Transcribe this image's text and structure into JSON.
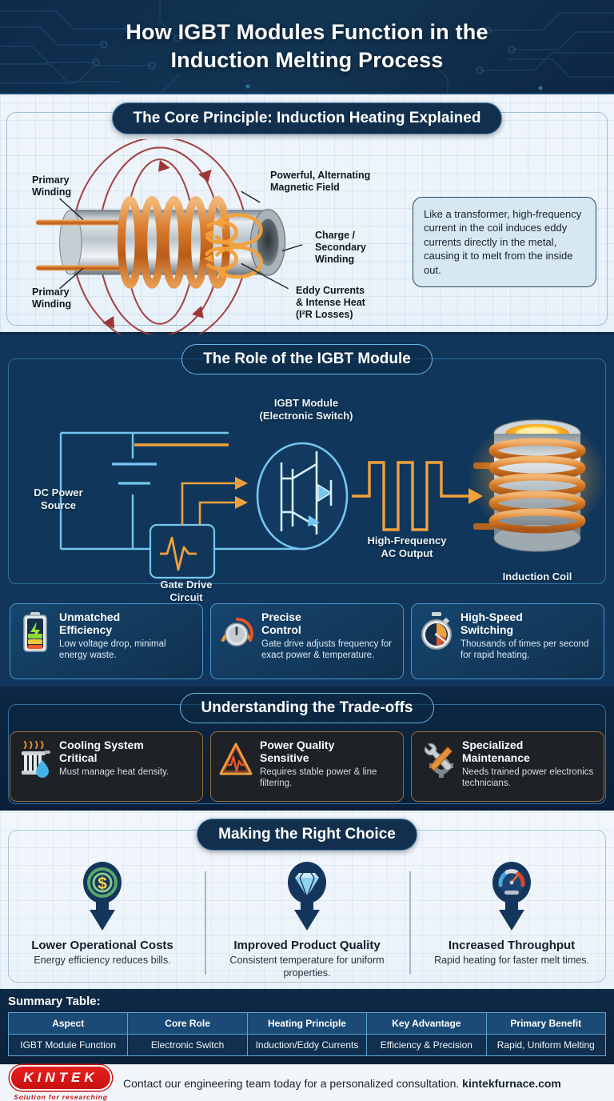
{
  "header": {
    "title_line1": "How IGBT Modules Function in the",
    "title_line2": "Induction Melting Process"
  },
  "section1": {
    "banner": "The Core Principle: Induction Heating Explained",
    "labels": {
      "primary_winding_top": "Primary\nWinding",
      "primary_winding_bottom": "Primary\nWinding",
      "magnetic_field": "Powerful, Alternating\nMagnetic Field",
      "charge": "Charge /\nSecondary\nWinding",
      "eddy": "Eddy Currents\n& Intense Heat\n(I²R Losses)"
    },
    "callout": "Like a transformer, high-frequency current in the coil induces eddy currents directly in the metal, causing it to melt from the inside out."
  },
  "section2": {
    "banner": "The Role of the IGBT Module",
    "labels": {
      "dc_source": "DC Power\nSource",
      "igbt_module": "IGBT Module\n(Electronic Switch)",
      "gate_drive": "Gate Drive\nCircuit",
      "ac_output": "High-Frequency\nAC Output",
      "induction_coil": "Induction Coil"
    },
    "cards": [
      {
        "icon": "battery-icon",
        "title": "Unmatched\nEfficiency",
        "desc": "Low voltage drop, minimal energy waste."
      },
      {
        "icon": "control-knob-icon",
        "title": "Precise\nControl",
        "desc": "Gate drive adjusts frequency for exact power & temperature."
      },
      {
        "icon": "stopwatch-icon",
        "title": "High-Speed\nSwitching",
        "desc": "Thousands of times per second for rapid heating."
      }
    ]
  },
  "section3": {
    "banner": "Understanding the Trade-offs",
    "cards": [
      {
        "icon": "radiator-icon",
        "title": "Cooling System\nCritical",
        "desc": "Must manage heat density."
      },
      {
        "icon": "warning-triangle-icon",
        "title": "Power Quality\nSensitive",
        "desc": "Requires stable power & line filtering."
      },
      {
        "icon": "wrench-gear-icon",
        "title": "Specialized\nMaintenance",
        "desc": "Needs trained power electronics technicians."
      }
    ]
  },
  "section4": {
    "banner": "Making the Right Choice",
    "choices": [
      {
        "icon": "dollar-pin-icon",
        "title": "Lower Operational Costs",
        "desc": "Energy efficiency reduces bills."
      },
      {
        "icon": "diamond-pin-icon",
        "title": "Improved Product Quality",
        "desc": "Consistent temperature for uniform properties."
      },
      {
        "icon": "gauge-pin-icon",
        "title": "Increased Throughput",
        "desc": "Rapid heating for faster melt times."
      }
    ]
  },
  "summary_table": {
    "caption": "Summary Table:",
    "headers": [
      "Aspect",
      "Core Role",
      "Heating Principle",
      "Key Advantage",
      "Primary Benefit"
    ],
    "rows": [
      [
        "IGBT Module Function",
        "Electronic Switch",
        "Induction/Eddy Currents",
        "Efficiency & Precision",
        "Rapid, Uniform Melting"
      ]
    ]
  },
  "footer": {
    "logo_name": "KINTEK",
    "logo_tagline": "Solution for researching",
    "cta_text": "Contact our engineering team today for a personalized consultation. ",
    "cta_site": "kintekfurnace.com"
  },
  "colors": {
    "header_navy": "#12304e",
    "blueprint_blue": "#10375b",
    "accent_orange": "#f0a13c",
    "accent_cyan": "#69b6e8",
    "brand_red": "#c7100f"
  }
}
